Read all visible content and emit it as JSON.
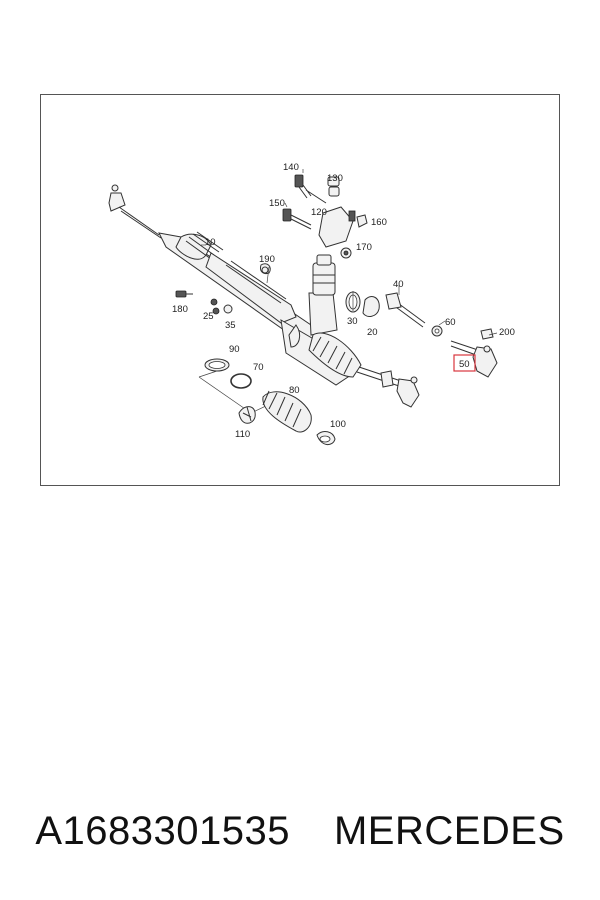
{
  "diagram": {
    "callouts": {
      "c10": "10",
      "c20": "20",
      "c25": "25",
      "c30": "30",
      "c35": "35",
      "c40": "40",
      "c50": "50",
      "c60": "60",
      "c70": "70",
      "c80": "80",
      "c90": "90",
      "c100": "100",
      "c110": "110",
      "c120": "120",
      "c130": "130",
      "c140": "140",
      "c150": "150",
      "c160": "160",
      "c170": "170",
      "c180": "180",
      "c190": "190",
      "c200": "200"
    },
    "highlighted_part": "50",
    "highlight_color": "#d9363e"
  },
  "caption": {
    "part_number": "A1683301535",
    "brand": "MERCEDES"
  }
}
